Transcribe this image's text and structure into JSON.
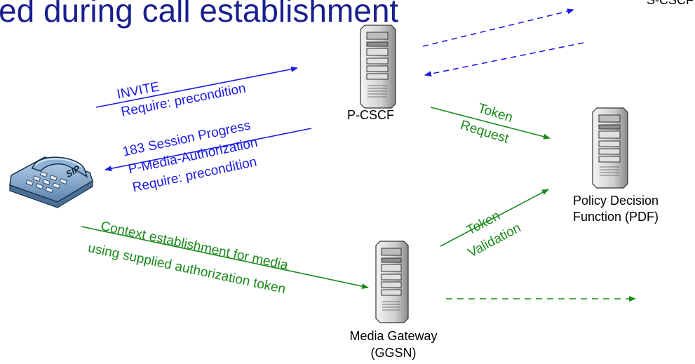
{
  "title": "ed during call establishment",
  "nodes": {
    "s_cscf": "S-CSCF",
    "p_cscf": "P-CSCF",
    "pdf": [
      "Policy Decision",
      "Function (PDF)"
    ],
    "gateway": [
      "Media Gateway",
      "(GGSN)"
    ],
    "phone_badge": "SIP"
  },
  "messages": {
    "invite": [
      "INVITE",
      "Require: precondition"
    ],
    "session_progress": [
      "183 Session Progress",
      "P-Media-Authorization",
      "Require: precondition"
    ],
    "token_request": [
      "Token",
      "Request"
    ],
    "token_validation": [
      "Token",
      "Validation"
    ],
    "context": [
      "Context establishment for media",
      "using supplied authorization token"
    ]
  },
  "colors": {
    "title": "#1a1f8f",
    "sip_signaling": "#1a1ae6",
    "policy_flow": "#1a8a1a"
  }
}
